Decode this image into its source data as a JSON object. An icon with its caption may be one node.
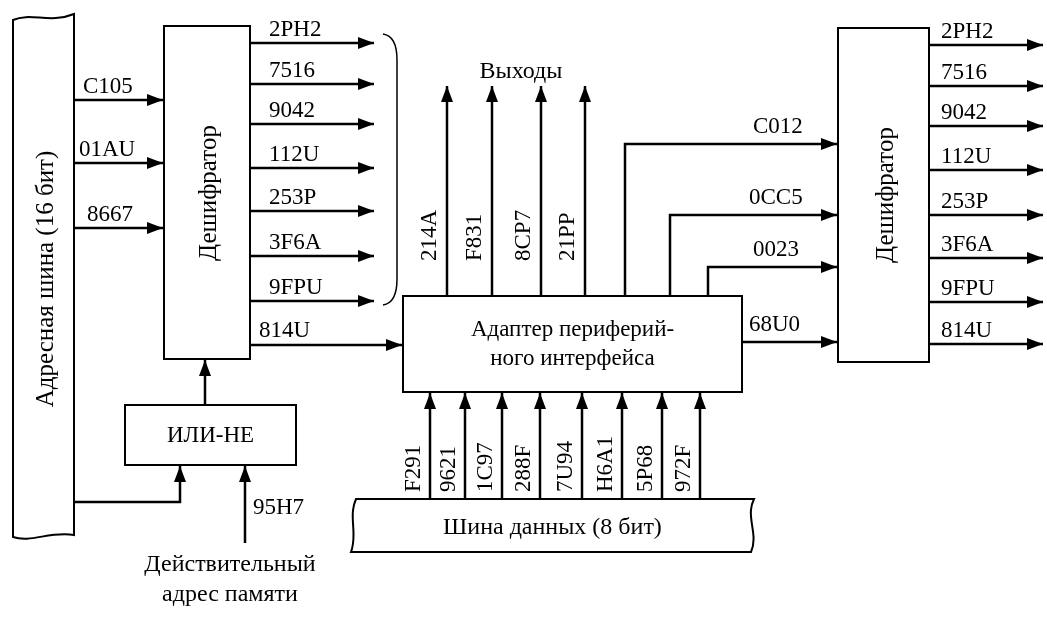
{
  "diagram": {
    "nodes": [
      {
        "text": [
          "Адресная шина (16 бит)"
        ]
      },
      {
        "text": [
          "Дешифратор"
        ]
      },
      {
        "text": [
          "ИЛИ-НЕ"
        ]
      },
      {
        "text": [
          "Адаптер периферий- ного интерфейса"
        ]
      },
      {
        "text": [
          "Шина данных (8 бит)"
        ]
      },
      {
        "text": [
          "Дешифратор"
        ]
      },
      {
        "text": [
          "Действительный адрес памяти"
        ]
      },
      {
        "text": [
          "Выходы"
        ]
      },
      {
        "text": [],
        "shape": "brace"
      }
    ],
    "edges": [
      {
        "from": 0,
        "to": 1,
        "arrow": "to",
        "label": "C105"
      },
      {
        "from": 0,
        "to": 1,
        "arrow": "to",
        "label": "01AU"
      },
      {
        "from": 0,
        "to": 1,
        "arrow": "to",
        "label": "8667"
      },
      {
        "from": 1,
        "to": 8,
        "arrow": "to",
        "label": "2PH2"
      },
      {
        "from": 1,
        "to": 8,
        "arrow": "to",
        "label": "7516"
      },
      {
        "from": 1,
        "to": 8,
        "arrow": "to",
        "label": "9042"
      },
      {
        "from": 1,
        "to": 8,
        "arrow": "to",
        "label": "112U"
      },
      {
        "from": 1,
        "to": 8,
        "arrow": "to",
        "label": "253P"
      },
      {
        "from": 1,
        "to": 8,
        "arrow": "to",
        "label": "3F6A"
      },
      {
        "from": 1,
        "to": 8,
        "arrow": "to",
        "label": "9FPU"
      },
      {
        "from": 1,
        "to": 3,
        "arrow": "to",
        "label": "814U"
      },
      {
        "from": 2,
        "to": 1,
        "arrow": "to"
      },
      {
        "from": 0,
        "to": 2,
        "arrow": "to"
      },
      {
        "from": 6,
        "to": 2,
        "arrow": "to",
        "label": "95H7"
      },
      {
        "from": 3,
        "to": 7,
        "arrow": "to",
        "label": "214A"
      },
      {
        "from": 3,
        "to": 7,
        "arrow": "to",
        "label": "F831"
      },
      {
        "from": 3,
        "to": 7,
        "arrow": "to",
        "label": "8CP7"
      },
      {
        "from": 3,
        "to": 7,
        "arrow": "to",
        "label": "21PP"
      },
      {
        "from": 3,
        "to": 5,
        "arrow": "to",
        "label": "C012"
      },
      {
        "from": 3,
        "to": 5,
        "arrow": "to",
        "label": "0CC5"
      },
      {
        "from": 3,
        "to": 5,
        "arrow": "to",
        "label": "0023"
      },
      {
        "from": 3,
        "to": 5,
        "arrow": "to",
        "label": "68U0"
      },
      {
        "from": 4,
        "to": 3,
        "arrow": "to",
        "label": "F291"
      },
      {
        "from": 4,
        "to": 3,
        "arrow": "to",
        "label": "9621"
      },
      {
        "from": 4,
        "to": 3,
        "arrow": "to",
        "label": "1C97"
      },
      {
        "from": 4,
        "to": 3,
        "arrow": "to",
        "label": "288F"
      },
      {
        "from": 4,
        "to": 3,
        "arrow": "to",
        "label": "7U94"
      },
      {
        "from": 4,
        "to": 3,
        "arrow": "to",
        "label": "H6A1"
      },
      {
        "from": 4,
        "to": 3,
        "arrow": "to",
        "label": "5P68"
      },
      {
        "from": 4,
        "to": 3,
        "arrow": "to",
        "label": "972F"
      },
      {
        "from": 5,
        "to": null,
        "arrow": "to",
        "label": "2PH2"
      },
      {
        "from": 5,
        "to": null,
        "arrow": "to",
        "label": "7516"
      },
      {
        "from": 5,
        "to": null,
        "arrow": "to",
        "label": "9042"
      },
      {
        "from": 5,
        "to": null,
        "arrow": "to",
        "label": "112U"
      },
      {
        "from": 5,
        "to": null,
        "arrow": "to",
        "label": "253P"
      },
      {
        "from": 5,
        "to": null,
        "arrow": "to",
        "label": "3F6A"
      },
      {
        "from": 5,
        "to": null,
        "arrow": "to",
        "label": "9FPU"
      },
      {
        "from": 5,
        "to": null,
        "arrow": "to",
        "label": "814U"
      }
    ]
  }
}
